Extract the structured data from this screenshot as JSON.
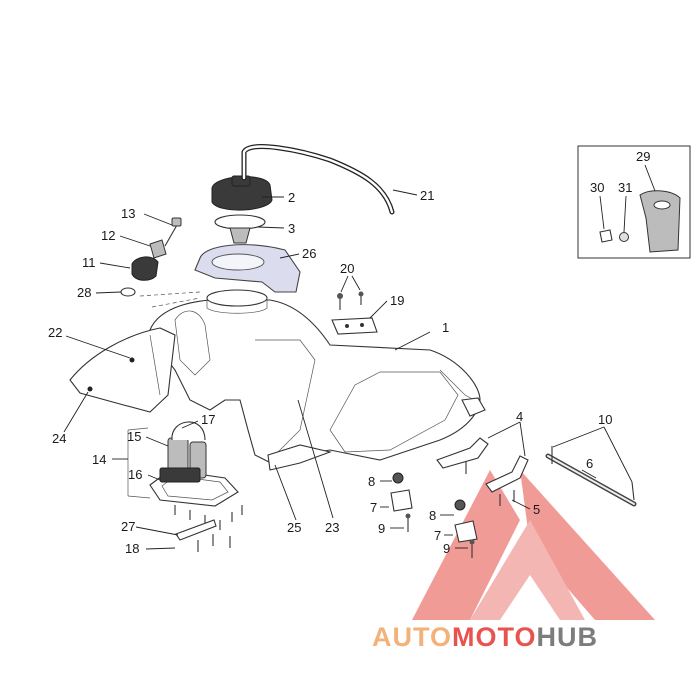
{
  "callouts": [
    {
      "id": "1",
      "label": "1"
    },
    {
      "id": "2",
      "label": "2"
    },
    {
      "id": "3",
      "label": "3"
    },
    {
      "id": "4",
      "label": "4"
    },
    {
      "id": "5",
      "label": "5"
    },
    {
      "id": "6",
      "label": "6"
    },
    {
      "id": "7a",
      "label": "7"
    },
    {
      "id": "7b",
      "label": "7"
    },
    {
      "id": "8a",
      "label": "8"
    },
    {
      "id": "8b",
      "label": "8"
    },
    {
      "id": "9a",
      "label": "9"
    },
    {
      "id": "9b",
      "label": "9"
    },
    {
      "id": "10",
      "label": "10"
    },
    {
      "id": "11",
      "label": "11"
    },
    {
      "id": "12",
      "label": "12"
    },
    {
      "id": "13",
      "label": "13"
    },
    {
      "id": "14",
      "label": "14"
    },
    {
      "id": "15",
      "label": "15"
    },
    {
      "id": "16",
      "label": "16"
    },
    {
      "id": "17",
      "label": "17"
    },
    {
      "id": "18",
      "label": "18"
    },
    {
      "id": "19",
      "label": "19"
    },
    {
      "id": "20",
      "label": "20"
    },
    {
      "id": "21",
      "label": "21"
    },
    {
      "id": "22",
      "label": "22"
    },
    {
      "id": "23",
      "label": "23"
    },
    {
      "id": "24",
      "label": "24"
    },
    {
      "id": "25",
      "label": "25"
    },
    {
      "id": "26",
      "label": "26"
    },
    {
      "id": "27",
      "label": "27"
    },
    {
      "id": "28",
      "label": "28"
    },
    {
      "id": "29",
      "label": "29"
    },
    {
      "id": "30",
      "label": "30"
    },
    {
      "id": "31",
      "label": "31"
    }
  ],
  "watermark": {
    "part1": "AUTO",
    "part2": "MOTO",
    "part3": "HUB",
    "color_auto": "#f2b27a",
    "color_moto": "#e9534f",
    "color_hub": "#7d7d7d",
    "logo_color": "#ef6b66"
  }
}
